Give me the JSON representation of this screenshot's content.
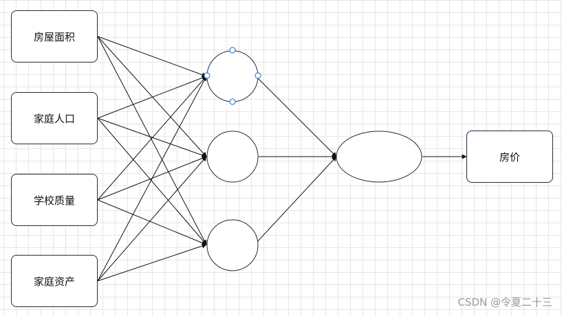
{
  "inputs": [
    {
      "label": "房屋面积"
    },
    {
      "label": "家庭人口"
    },
    {
      "label": "学校质量"
    },
    {
      "label": "家庭资产"
    }
  ],
  "hidden_layer": {
    "count": 3,
    "selected_index": 0
  },
  "output_layer": {
    "count": 1
  },
  "output": {
    "label": "房价"
  },
  "watermark": "CSDN @令夏二十三",
  "colors": {
    "stroke": "#1f2a44",
    "selection_handle": "#3a86d8",
    "grid": "#e6e6e6"
  }
}
